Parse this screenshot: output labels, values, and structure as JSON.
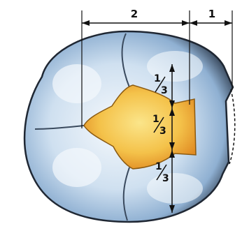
{
  "dimensions": {
    "width_label": "2",
    "extension_label": "1"
  },
  "depth_markers": [
    {
      "numerator": "1",
      "denominator": "3"
    },
    {
      "numerator": "1",
      "denominator": "3"
    },
    {
      "numerator": "1",
      "denominator": "3"
    }
  ],
  "colors": {
    "enamel_blue": "#a9c8e6",
    "enamel_light": "#e8f1f9",
    "crown_shadow": "#2f3a4a",
    "cavity_yellow": "#f4c24a",
    "cavity_orange": "#e79a2b",
    "line": "#111111"
  }
}
